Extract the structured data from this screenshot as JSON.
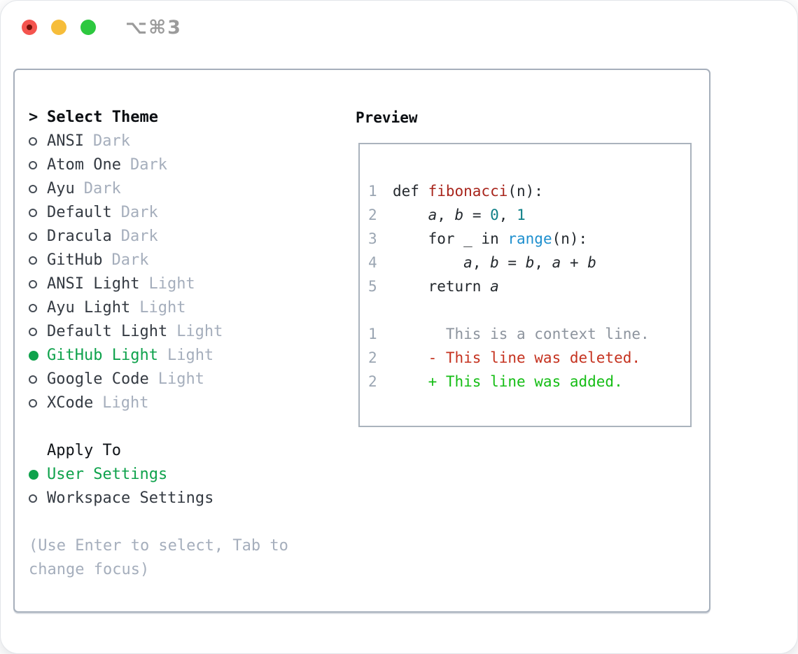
{
  "window": {
    "shortcut": "⌥⌘3",
    "traffic_lights": [
      "close",
      "minimize",
      "zoom"
    ]
  },
  "panel": {
    "theme_list": {
      "prompt": ">",
      "title": "Select Theme",
      "items": [
        {
          "name": "ANSI",
          "variant": "Dark",
          "selected": false
        },
        {
          "name": "Atom One",
          "variant": "Dark",
          "selected": false
        },
        {
          "name": "Ayu",
          "variant": "Dark",
          "selected": false
        },
        {
          "name": "Default",
          "variant": "Dark",
          "selected": false
        },
        {
          "name": "Dracula",
          "variant": "Dark",
          "selected": false
        },
        {
          "name": "GitHub",
          "variant": "Dark",
          "selected": false
        },
        {
          "name": "ANSI Light",
          "variant": "Light",
          "selected": false
        },
        {
          "name": "Ayu Light",
          "variant": "Light",
          "selected": false
        },
        {
          "name": "Default Light",
          "variant": "Light",
          "selected": false
        },
        {
          "name": "GitHub Light",
          "variant": "Light",
          "selected": true
        },
        {
          "name": "Google Code",
          "variant": "Light",
          "selected": false
        },
        {
          "name": "XCode",
          "variant": "Light",
          "selected": false
        }
      ]
    },
    "apply_to": {
      "title": "Apply To",
      "options": [
        {
          "name": "User Settings",
          "selected": true
        },
        {
          "name": "Workspace Settings",
          "selected": false
        }
      ]
    },
    "hint": "(Use Enter to select, Tab to change focus)",
    "preview": {
      "title": "Preview",
      "code_lines": [
        {
          "num": "1",
          "tokens": [
            {
              "t": "def "
            },
            {
              "t": "fibonacci",
              "c": "func"
            },
            {
              "t": "(n):"
            }
          ]
        },
        {
          "num": "2",
          "tokens": [
            {
              "t": "    "
            },
            {
              "t": "a",
              "i": true
            },
            {
              "t": ", "
            },
            {
              "t": "b",
              "i": true
            },
            {
              "t": " = "
            },
            {
              "t": "0",
              "c": "num"
            },
            {
              "t": ", "
            },
            {
              "t": "1",
              "c": "num"
            }
          ]
        },
        {
          "num": "3",
          "tokens": [
            {
              "t": "    for _ in "
            },
            {
              "t": "range",
              "c": "builtin"
            },
            {
              "t": "(n):"
            }
          ]
        },
        {
          "num": "4",
          "tokens": [
            {
              "t": "        "
            },
            {
              "t": "a",
              "i": true
            },
            {
              "t": ", "
            },
            {
              "t": "b",
              "i": true
            },
            {
              "t": " = "
            },
            {
              "t": "b",
              "i": true
            },
            {
              "t": ", "
            },
            {
              "t": "a",
              "i": true
            },
            {
              "t": " + "
            },
            {
              "t": "b",
              "i": true
            }
          ]
        },
        {
          "num": "5",
          "tokens": [
            {
              "t": "    return "
            },
            {
              "t": "a",
              "i": true
            }
          ]
        }
      ],
      "diff_lines": [
        {
          "num": "1",
          "kind": "context",
          "text": "      This is a context line."
        },
        {
          "num": "2",
          "kind": "deleted",
          "text": "    - This line was deleted."
        },
        {
          "num": "2",
          "kind": "added",
          "text": "    + This line was added."
        }
      ]
    }
  },
  "colors": {
    "accent_green": "#0FA24C",
    "diff_added_green": "#15BD15",
    "diff_deleted_red": "#C5321F",
    "code_function_red": "#A8251C",
    "code_number_teal": "#0E7F87",
    "code_builtin_blue": "#1E8FCE",
    "code_text": "#24292E",
    "list_text": "#343A42",
    "muted_text": "#A5AEBC",
    "line_number": "#9AA5B2",
    "context_gray": "#8D949E",
    "panel_border": "#A6AFBB",
    "preview_border": "#AAB3BD",
    "traffic_red": "#F4544E",
    "traffic_red_dot": "#731008",
    "traffic_yellow": "#F6BD3A",
    "traffic_green": "#2DC83F",
    "titlebar_text": "#9B9B9B"
  }
}
